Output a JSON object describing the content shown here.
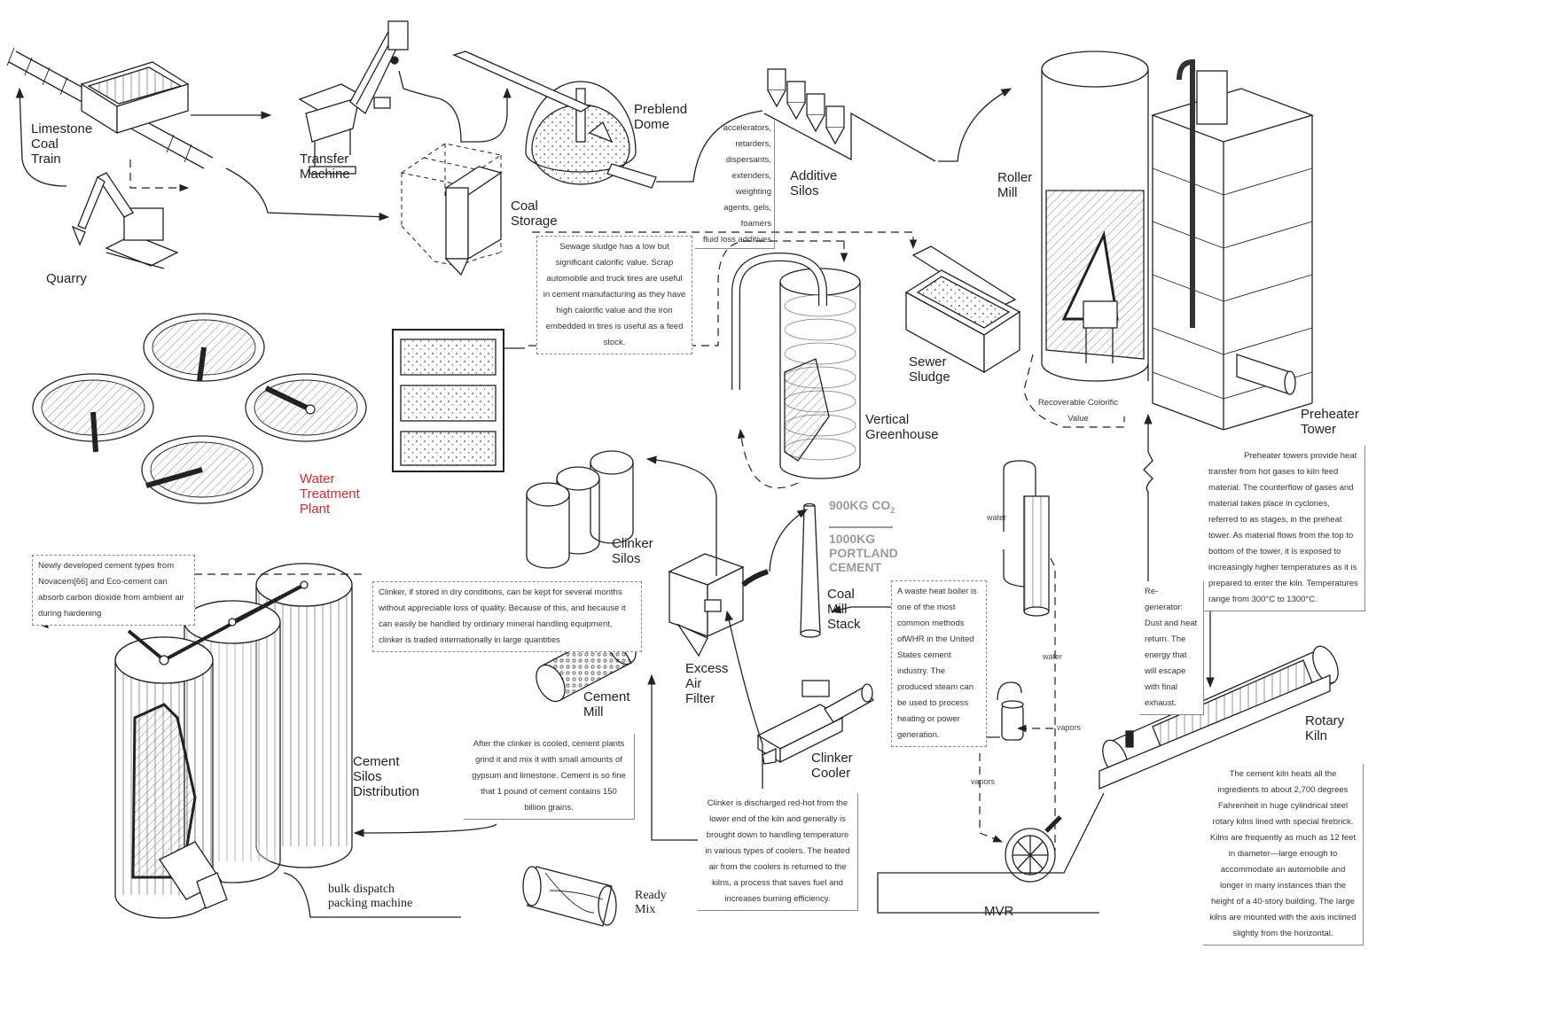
{
  "labels": {
    "limestone_coal_train": "Limestone\nCoal\nTrain",
    "quarry": "Quarry",
    "transfer_machine": "Transfer\nMachine",
    "preblend_dome": "Preblend\nDome",
    "coal_storage": "Coal\nStorage",
    "additive_silos": "Additive\nSilos",
    "roller_mill": "Roller\nMill",
    "preheater_tower": "Preheater\nTower",
    "sewer_sludge": "Sewer\nSludge",
    "vertical_greenhouse": "Vertical\nGreenhouse",
    "water_treatment_plant": "Water\nTreatment\nPlant",
    "clinker_silos": "Clinker\nSilos",
    "coal_mill_stack": "Coal\nMill\nStack",
    "excess_air_filter": "Excess\nAir\nFilter",
    "cement_mill": "Cement\nMill",
    "cement_silos_distribution": "Cement\nSilos\nDistribution",
    "clinker_cooler": "Clinker\nCooler",
    "rotary_kiln": "Rotary\nKiln",
    "mvr": "MVR",
    "ready_mix": "Ready\nMix",
    "bulk_dispatch": "bulk dispatch\npacking machine"
  },
  "co2": {
    "line1": "900KG CO",
    "sub": "2",
    "line2": "1000KG",
    "line3": "PORTLAND",
    "line4": "CEMENT"
  },
  "notes": {
    "additives": "accelerators,\nretarders,\ndispersants,\nextenders, weighting\nagents, gels, foamers\nfluid loss additives",
    "sewage": "Sewage sludge has a low but significant calorific value. Scrap automobile and truck tires are useful in cement manufacturing as they have high calorific value and the iron embedded in tires is useful as a feed stock.",
    "recoverable": "Recoverable Colorific\nValue",
    "preheater": "Preheater towers provide heat transfer from hot gases to kiln feed material. The counterflow of gases and material takes place in cyclones, referred to as stages, in the preheat tower. As material flows from the top to bottom of the tower, it is exposed to increasingly higher temperatures as it is prepared to enter the kiln. Temperatures range from 300°C to 1300°C.",
    "novacem": "Newly developed cement types from Novacem[66] and Eco-cement can absorb carbon dioxide from ambient air during hardening",
    "clinker_storage": "Clinker, if stored in dry conditions, can be kept for several months without appreciable loss of quality. Because of this, and because it can easily be handled by ordinary mineral handling equipment, clinker is traded internationally in large quantities",
    "waste_heat": "A waste heat boiler is one of the most common methods ofWHR in the United States cement industry. The produced steam can be used to process heating or power generation.",
    "regenerator": "Re-\ngenerator:\nDust and heat return. The energy that will escape with final exhaust.",
    "cement_mill": "After the clinker is cooled, cement plants grind it and mix it with small amounts of gypsum and limestone. Cement is so fine that 1 pound of cement contains 150 billion grains.",
    "clinker_cooler": "Clinker is discharged red-hot from the lower end of the kiln and generally is brought down to handling temperature in various types of coolers. The heated air from the coolers is returned to the kilns, a process that saves fuel and increases burning efficiency.",
    "kiln": "The cement kiln heats all the ingredients to about 2,700 degrees Fahrenheit in huge cylindrical steel rotary kilns lined with special firebrick. Kilns are frequently as much as 12 feet in diameter—large enough to accommodate an automobile and longer in many instances than the height of a 40-story building. The large kilns are mounted with the axis inclined slightly from the horizontal."
  },
  "small": {
    "water_1": "water",
    "water_2": "water",
    "vapors_1": "vapors",
    "vapors_2": "vapors"
  },
  "colors": {
    "line": "#222222",
    "accent_red": "#d12a2a",
    "co2_grey": "#9a9a9a"
  }
}
